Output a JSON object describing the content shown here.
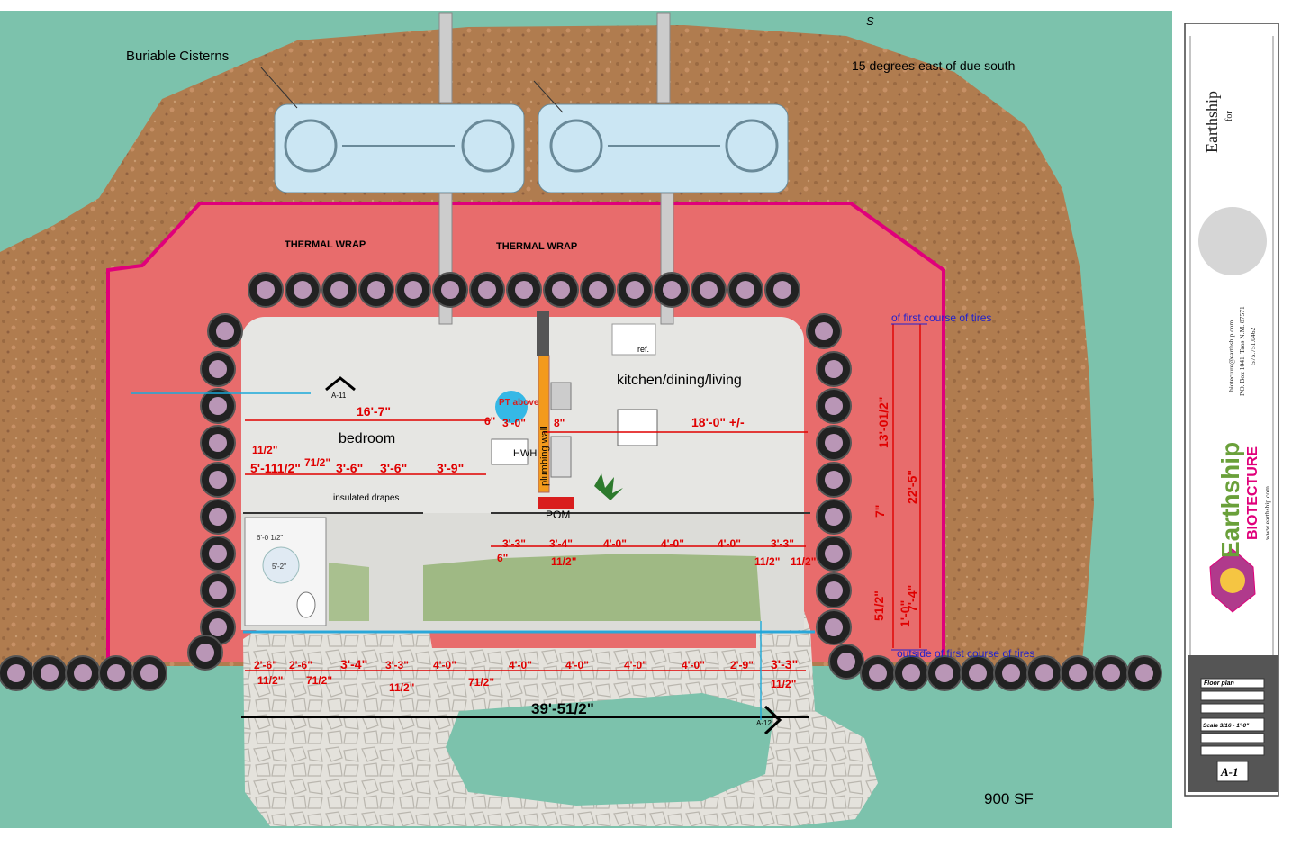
{
  "labels": {
    "cisterns": "Buriable Cisterns",
    "orientation": "15 degrees east of due south",
    "north_mark": "S",
    "thermal_wrap_left": "THERMAL WRAP",
    "thermal_wrap_right": "THERMAL WRAP",
    "of_first_course": "of first course of tires",
    "outside_first_course": "outside of first course of tires",
    "bedroom": "bedroom",
    "kitchen": "kitchen/dining/living",
    "plumbing_wall": "plumbing wall",
    "hwh": "HWH",
    "pom": "POM",
    "pt_above": "PT above",
    "insulated_drapes": "insulated drapes",
    "ref": "ref.",
    "area": "900 SF",
    "section_a11": "A-11",
    "section_a12": "A-12"
  },
  "dimensions": {
    "bedroom_width": "16'-7\"",
    "kitchen_width": "18'-0\" +/-",
    "overall": "39'-51/2\"",
    "upper_left": [
      "11/2\"",
      "5'-111/2\"",
      "71/2\"",
      "3'-6\"",
      "3'-6\"",
      "3'-9\""
    ],
    "small_6a": "6\"",
    "small_3_0": "3'-0\"",
    "small_8": "8\"",
    "upper_right": [
      "3'-3\"",
      "3'-4\"",
      "4'-0\"",
      "4'-0\"",
      "4'-0\"",
      "3'-3\""
    ],
    "half_in": [
      "11/2\"",
      "11/2\"",
      "11/2\""
    ],
    "small_6b": "6\"",
    "lower": [
      "2'-6\"",
      "2'-6\"",
      "3'-4\"",
      "3'-3\"",
      "4'-0\"",
      "4'-0\"",
      "4'-0\"",
      "4'-0\"",
      "4'-0\"",
      "2'-9\"",
      "3'-3\""
    ],
    "lower_halves": [
      "11/2\"",
      "71/2\"",
      "11/2\"",
      "71/2\"",
      "11/2\""
    ],
    "vertical": [
      "13'-01/2\"",
      "22'-5\"",
      "7\"",
      "7'-4\"",
      "51/2\"",
      "1'-0\""
    ],
    "bath": [
      "6'-0 1/2\"",
      "5'-2\""
    ]
  },
  "title_block": {
    "title": "Earthship",
    "for": "for",
    "address": [
      "biotecture@earthship.com",
      "P.O. Box 1041, Taos N.M. 87571",
      "575.751.0462"
    ],
    "logo_top": "Earthship",
    "logo_bottom": "BIOTECTURE",
    "website": "www.earthship.com",
    "sheet_label": "Floor plan",
    "scale": "Scale 3/16 - 1'-0\"",
    "sheet_number": "A-1"
  },
  "colors": {
    "ground": "#7cc2ac",
    "dirt": "#b07c4f",
    "thermal_wrap": "#e86c6c",
    "magenta": "#e0007a",
    "floor": "#e6e6e3",
    "planter": "#9fb984",
    "dimension": "#e00000",
    "annotation_blue": "#2222cc"
  }
}
